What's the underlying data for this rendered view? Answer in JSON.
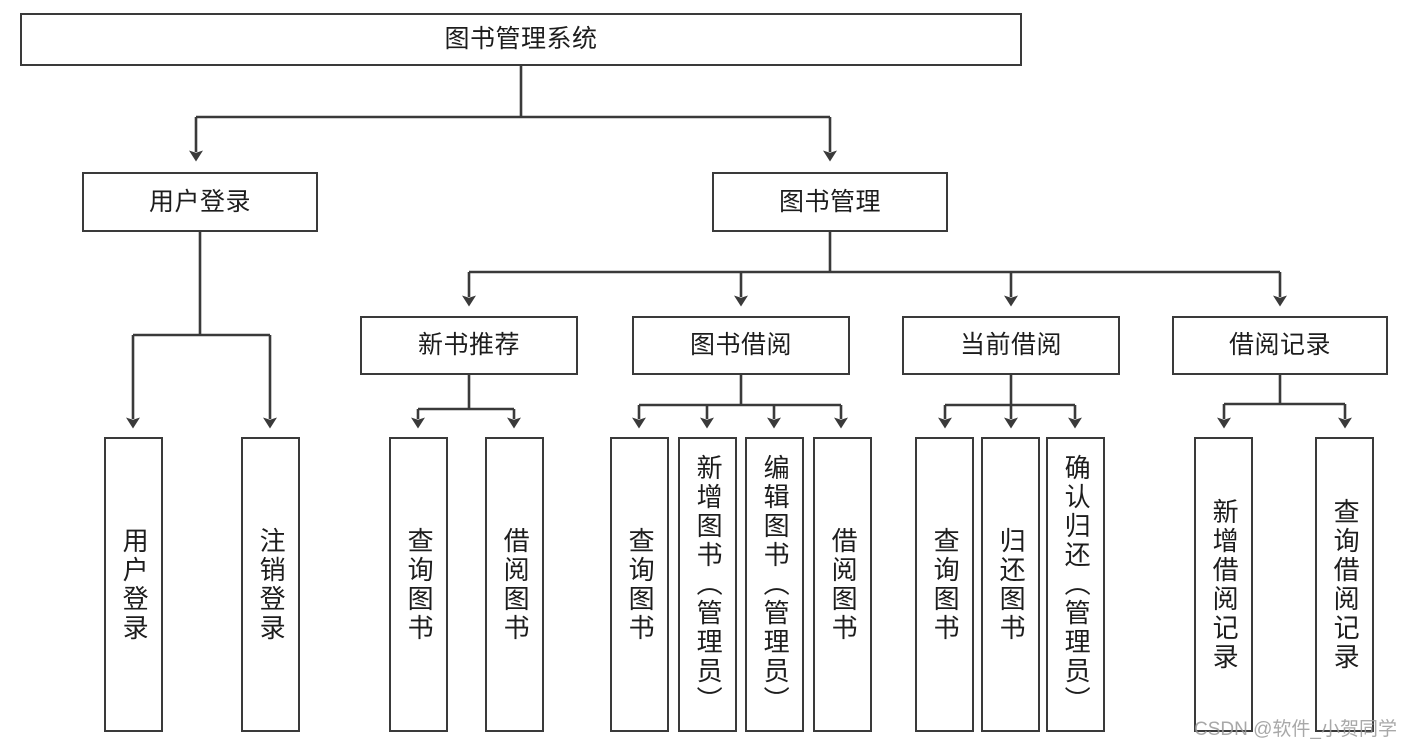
{
  "diagram": {
    "type": "hierarchy-tree",
    "title": "图书管理系统",
    "watermark": "CSDN @软件_小贺同学",
    "colors": {
      "stroke": "#3a3a3a",
      "background": "#ffffff",
      "text": "#1d1d1d",
      "watermark": "#9a9a9a"
    },
    "root": {
      "label": "图书管理系统"
    },
    "level1": [
      {
        "label": "用户登录"
      },
      {
        "label": "图书管理"
      }
    ],
    "level2": [
      {
        "label": "新书推荐"
      },
      {
        "label": "图书借阅"
      },
      {
        "label": "当前借阅"
      },
      {
        "label": "借阅记录"
      }
    ],
    "leaves": {
      "user_login": [
        {
          "label": "用户登录"
        },
        {
          "label": "注销登录"
        }
      ],
      "new_book": [
        {
          "label": "查询图书"
        },
        {
          "label": "借阅图书"
        }
      ],
      "book_borrow": [
        {
          "label": "查询图书"
        },
        {
          "label": "新增图书（管理员）"
        },
        {
          "label": "编辑图书（管理员）"
        },
        {
          "label": "借阅图书"
        }
      ],
      "current_borrow": [
        {
          "label": "查询图书"
        },
        {
          "label": "归还图书"
        },
        {
          "label": "确认归还（管理员）"
        }
      ],
      "borrow_record": [
        {
          "label": "新增借阅记录"
        },
        {
          "label": "查询借阅记录"
        }
      ]
    }
  }
}
